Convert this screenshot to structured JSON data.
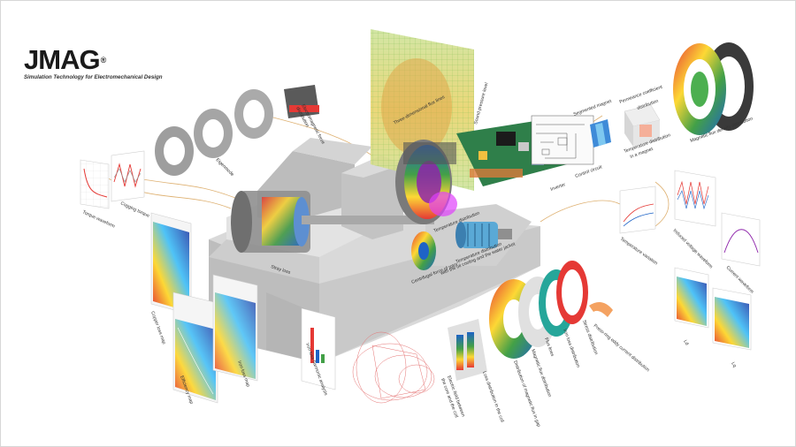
{
  "brand": {
    "name": "JMAG",
    "registered": "®",
    "tagline": "Simulation Technology for Electromechanical Design"
  },
  "labels": {
    "electromagnetic_force_line1": "Electromagnetic force",
    "electromagnetic_force_line2": "distribution",
    "eigenmode": "Eigenmode",
    "three_dimensional_flux_lines": "Three-dimensional flux lines",
    "sound_pressure_level": "Sound pressure level",
    "segmented_magnet": "Segmented magnet",
    "permeance_line1": "Permeance coefficient",
    "permeance_line2": "distribution",
    "temperature_magnet_line1": "Temperature distribution",
    "temperature_magnet_line2": "in a magnet",
    "magnetic_flux_density": "Magnetic flux density distribution",
    "control_circuit": "Control circuit",
    "inverter": "Inverter",
    "torque_waveform": "Torque waveform",
    "cogging_torque": "Cogging torque",
    "temperature_distribution": "Temperature distribution",
    "stray_loss": "Stray loss",
    "temperature_cooling_line1": "Temperature distribution",
    "temperature_cooling_line2": "with the oil cooling and the water jacket",
    "centrifugal_force": "Centrifugal force of rotor",
    "temperature_variation": "Temperature variation",
    "induced_voltage": "Induced voltage waveform",
    "current_waveform": "Current waveform",
    "copper_loss_map": "Copper loss map",
    "efficiency_map": "Efficiency map",
    "iron_loss_map": "Iron loss map",
    "iron_loss_harmonic": "Iron loss harmonic analysis",
    "electric_field_line1": "Electric field between",
    "electric_field_line2": "the core and the coil",
    "loss_distribution_coil": "Loss distribution in the coil",
    "distribution_gap": "Distribution of magnetic flux in gap",
    "magnetic_flux_distribution": "Magnetic flux distribution",
    "flux_lines": "Flux lines",
    "iron_loss_distribution": "Iron loss distribution",
    "stress_distribution": "Stress distribution",
    "press_ring": "Press-ring eddy current distribution",
    "ld": "Ld",
    "lq": "Lq"
  },
  "colors": {
    "brand_text": "#1a1a1a",
    "machine_gray": "#cfcfcf",
    "machine_dark": "#9e9e9e",
    "panel_green": "#cfe3a0",
    "board_green": "#2f7f4a",
    "heat_red": "#e53935",
    "heat_yellow": "#fdd835",
    "heat_blue": "#1e63c6",
    "connector_line": "#d9a45a"
  }
}
